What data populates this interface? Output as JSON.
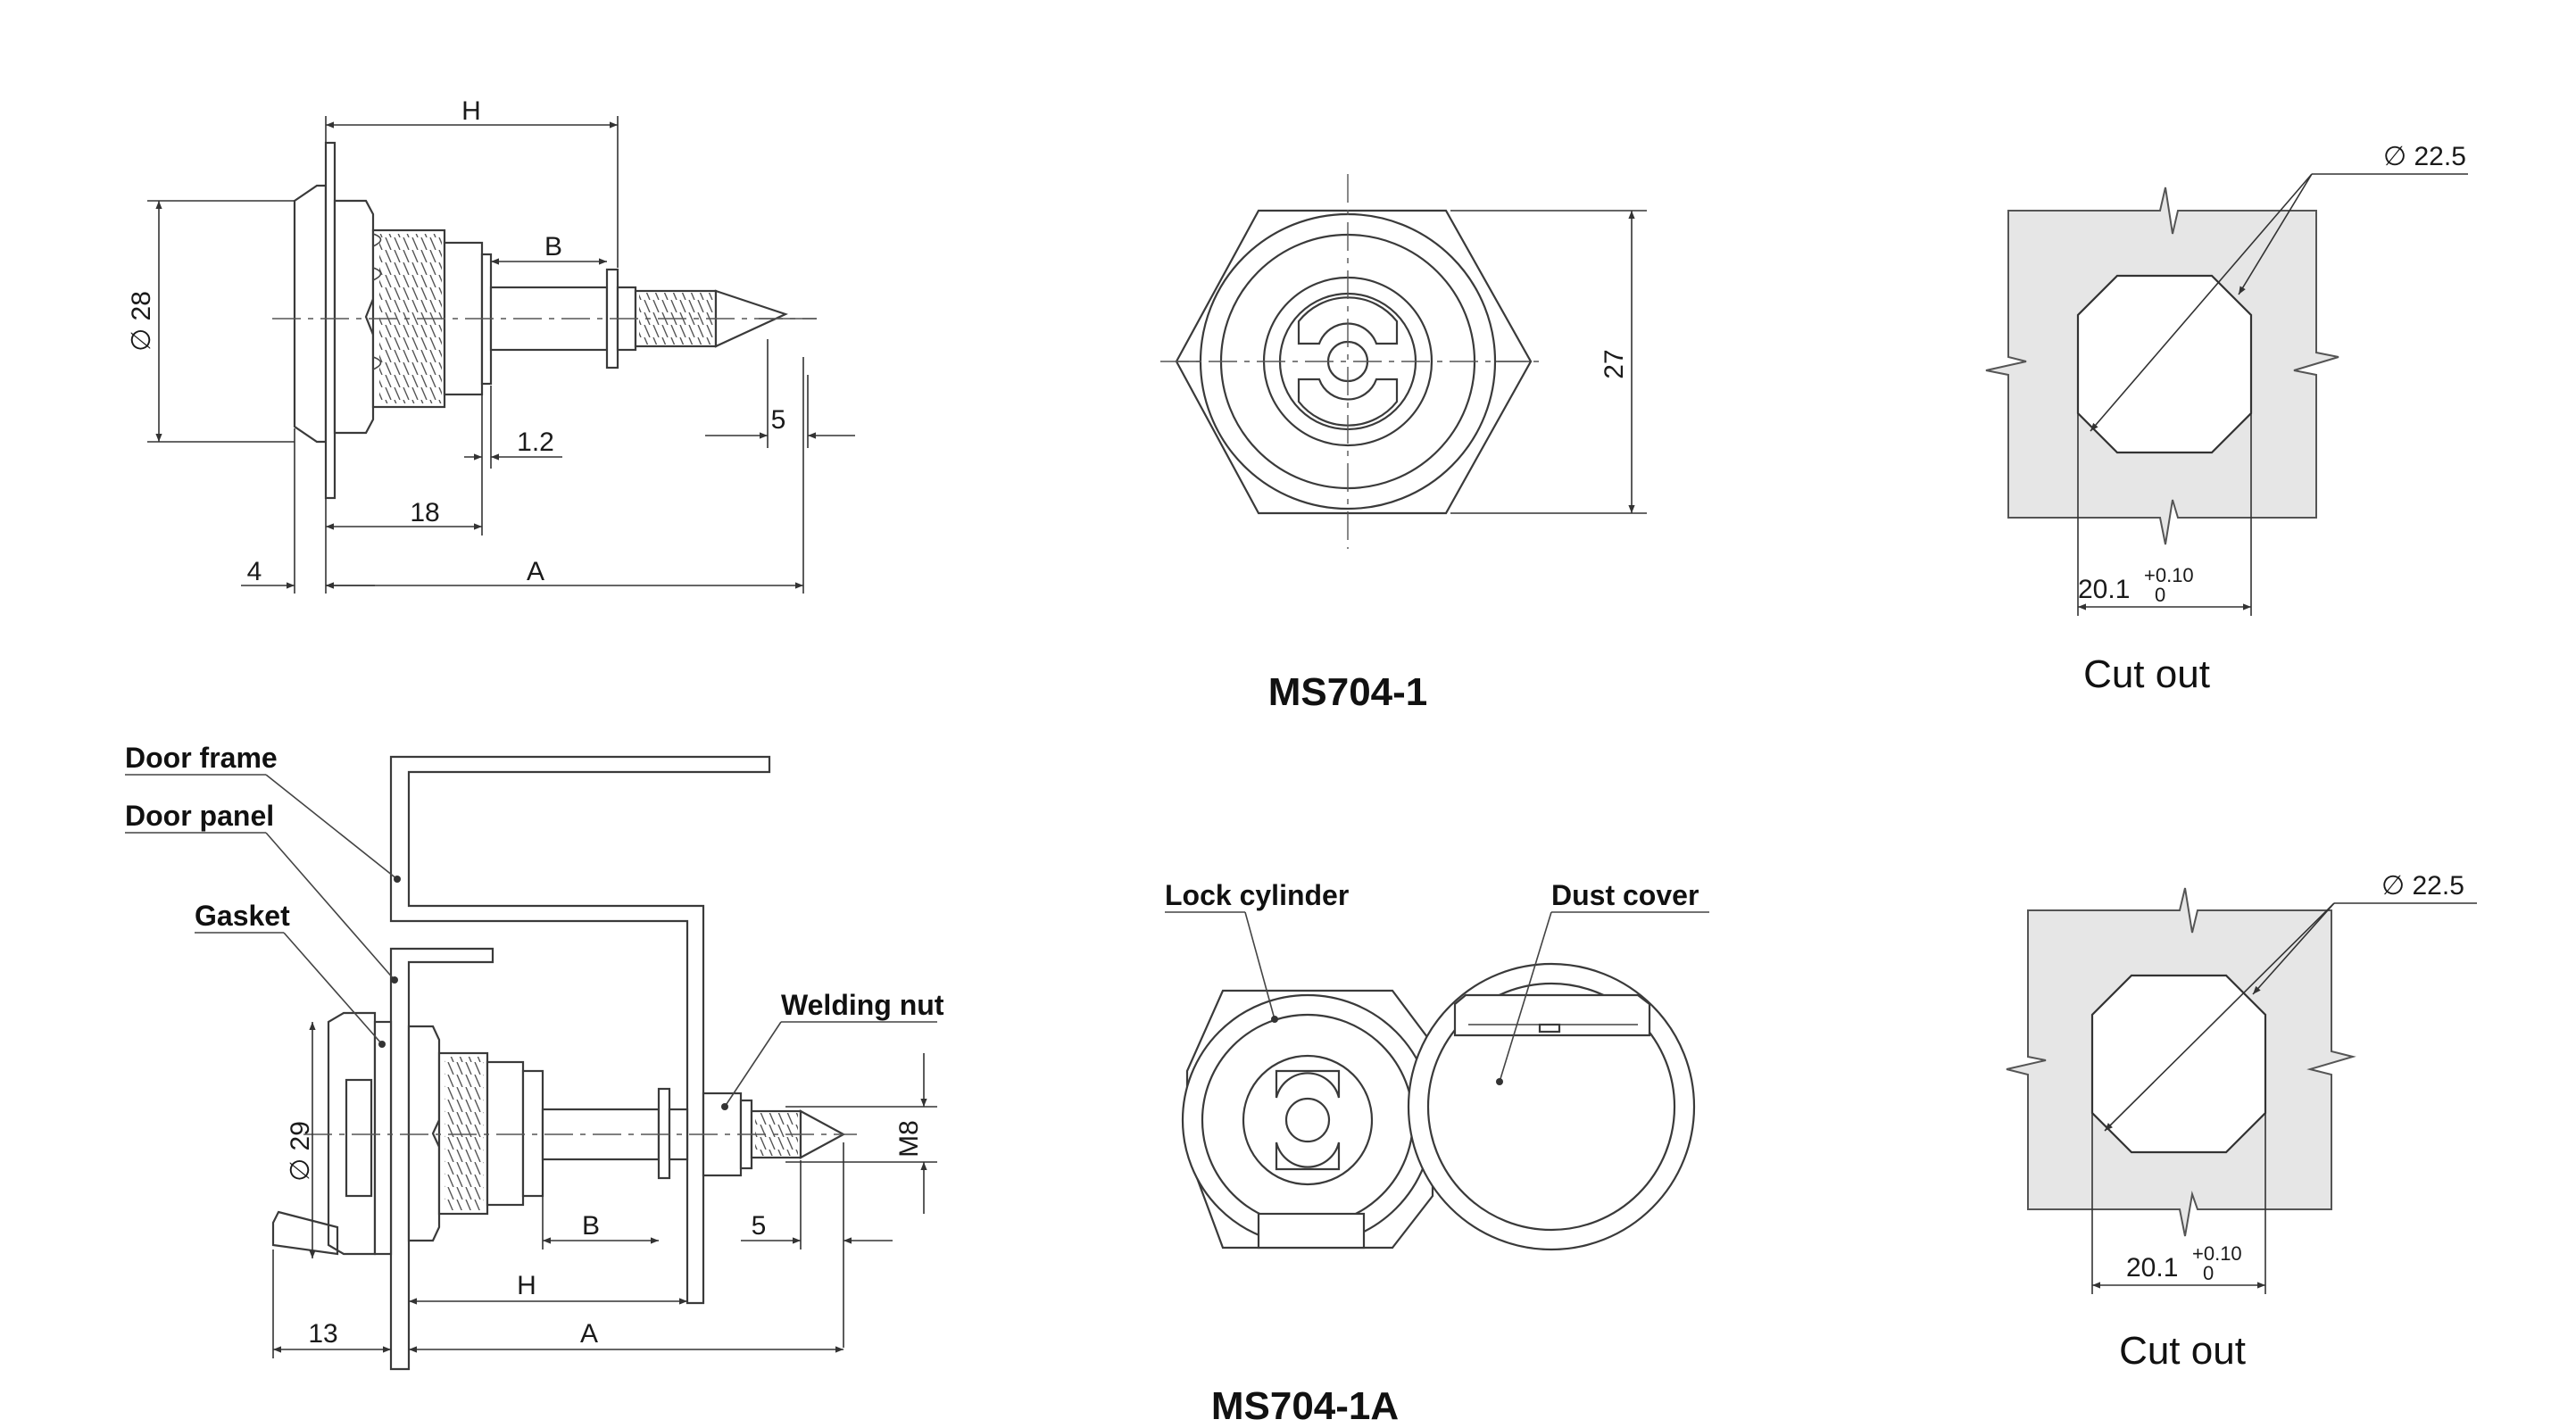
{
  "dimensions": {
    "H": "H",
    "B": "B",
    "dia28": "28",
    "dia29": "29",
    "d5": "5",
    "d1_2": "1.2",
    "d18": "18",
    "d4": "4",
    "A": "A",
    "d27": "27",
    "d13": "13",
    "M8": "M8",
    "dia22_5": "22.5",
    "d20_1": "20.1",
    "tol_plus": "+0.10",
    "tol_zero": "0",
    "dia_symbol": "∅"
  },
  "labels": {
    "door_frame": "Door frame",
    "door_panel": "Door panel",
    "gasket": "Gasket",
    "welding_nut": "Welding nut",
    "lock_cylinder": "Lock cylinder",
    "dust_cover": "Dust cover"
  },
  "captions": {
    "model_1": "MS704-1",
    "model_1a": "MS704-1A",
    "cutout_1": "Cut out",
    "cutout_2": "Cut out"
  },
  "colors": {
    "line": "#3a3a3a",
    "cutout_fill": "#e6e6e6",
    "background": "#ffffff"
  }
}
